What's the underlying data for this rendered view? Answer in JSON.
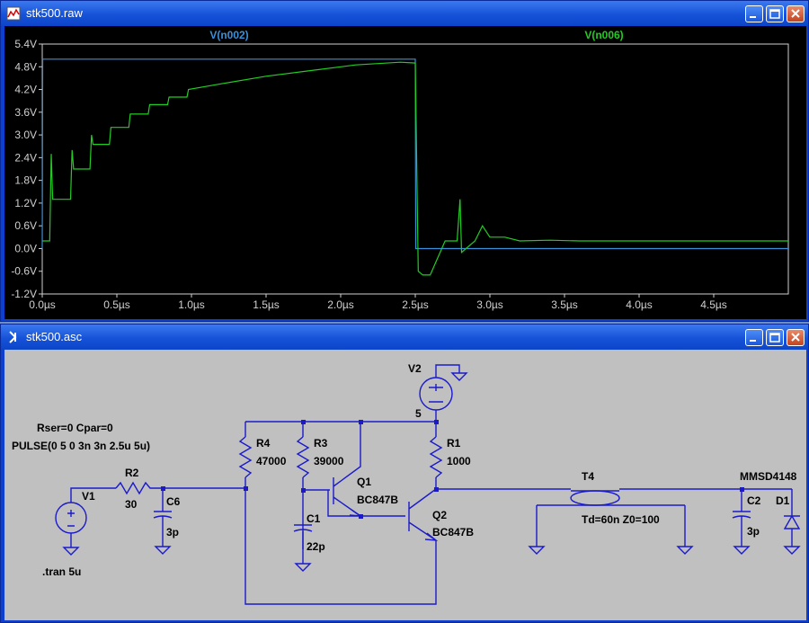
{
  "waveform_window": {
    "title": "stk500.raw",
    "traces": [
      {
        "name": "V(n002)",
        "color": "#3b8fd8"
      },
      {
        "name": "V(n006)",
        "color": "#22cc22"
      }
    ],
    "y_ticks": [
      "5.4V",
      "4.8V",
      "4.2V",
      "3.6V",
      "3.0V",
      "2.4V",
      "1.8V",
      "1.2V",
      "0.6V",
      "0.0V",
      "-0.6V",
      "-1.2V"
    ],
    "x_ticks": [
      "0.0µs",
      "0.5µs",
      "1.0µs",
      "1.5µs",
      "2.0µs",
      "2.5µs",
      "3.0µs",
      "3.5µs",
      "4.0µs",
      "4.5µs"
    ]
  },
  "chart_data": {
    "type": "line",
    "xlim": [
      0,
      5
    ],
    "ylim": [
      -1.2,
      5.4
    ],
    "xlabel": "",
    "ylabel": "",
    "series": [
      {
        "name": "V(n002)",
        "color": "#3b8fd8",
        "x": [
          0.0,
          0.003,
          2.5,
          2.503,
          5.0
        ],
        "y": [
          0.0,
          5.0,
          5.0,
          0.0,
          0.0
        ]
      },
      {
        "name": "V(n006)",
        "color": "#22cc22",
        "x": [
          0.0,
          0.05,
          0.06,
          0.07,
          0.08,
          0.19,
          0.2,
          0.21,
          0.32,
          0.33,
          0.34,
          0.45,
          0.46,
          0.58,
          0.59,
          0.71,
          0.72,
          0.84,
          0.85,
          0.97,
          0.98,
          1.2,
          1.5,
          1.8,
          2.1,
          2.4,
          2.5,
          2.52,
          2.55,
          2.6,
          2.7,
          2.78,
          2.8,
          2.81,
          2.9,
          2.95,
          3.0,
          3.1,
          3.2,
          3.4,
          3.6,
          5.0
        ],
        "y": [
          0.2,
          0.2,
          2.5,
          1.3,
          1.3,
          1.3,
          2.6,
          2.1,
          2.1,
          3.0,
          2.75,
          2.75,
          3.2,
          3.2,
          3.55,
          3.55,
          3.8,
          3.8,
          4.0,
          4.0,
          4.2,
          4.35,
          4.55,
          4.7,
          4.85,
          4.92,
          4.9,
          -0.6,
          -0.7,
          -0.7,
          0.2,
          0.2,
          1.3,
          -0.1,
          0.2,
          0.6,
          0.3,
          0.3,
          0.2,
          0.22,
          0.2,
          0.2
        ]
      }
    ]
  },
  "schematic_window": {
    "title": "stk500.asc",
    "labels": {
      "v2": "V2",
      "v2_value": "5",
      "rser": "Rser=0 Cpar=0",
      "pulse": "PULSE(0 5 0 3n 3n 2.5u 5u)",
      "v1": "V1",
      "tran": ".tran 5u",
      "r2": "R2",
      "r2_value": "30",
      "c6": "C6",
      "c6_value": "3p",
      "r4": "R4",
      "r4_value": "47000",
      "r3": "R3",
      "r3_value": "39000",
      "c1": "C1",
      "c1_value": "22p",
      "q1": "Q1",
      "q1_value": "BC847B",
      "q2": "Q2",
      "q2_value": "BC847B",
      "r1": "R1",
      "r1_value": "1000",
      "t4": "T4",
      "t4_value": "Td=60n Z0=100",
      "d1_model": "MMSD4148",
      "c2": "C2",
      "c2_value": "3p",
      "d1": "D1"
    }
  }
}
